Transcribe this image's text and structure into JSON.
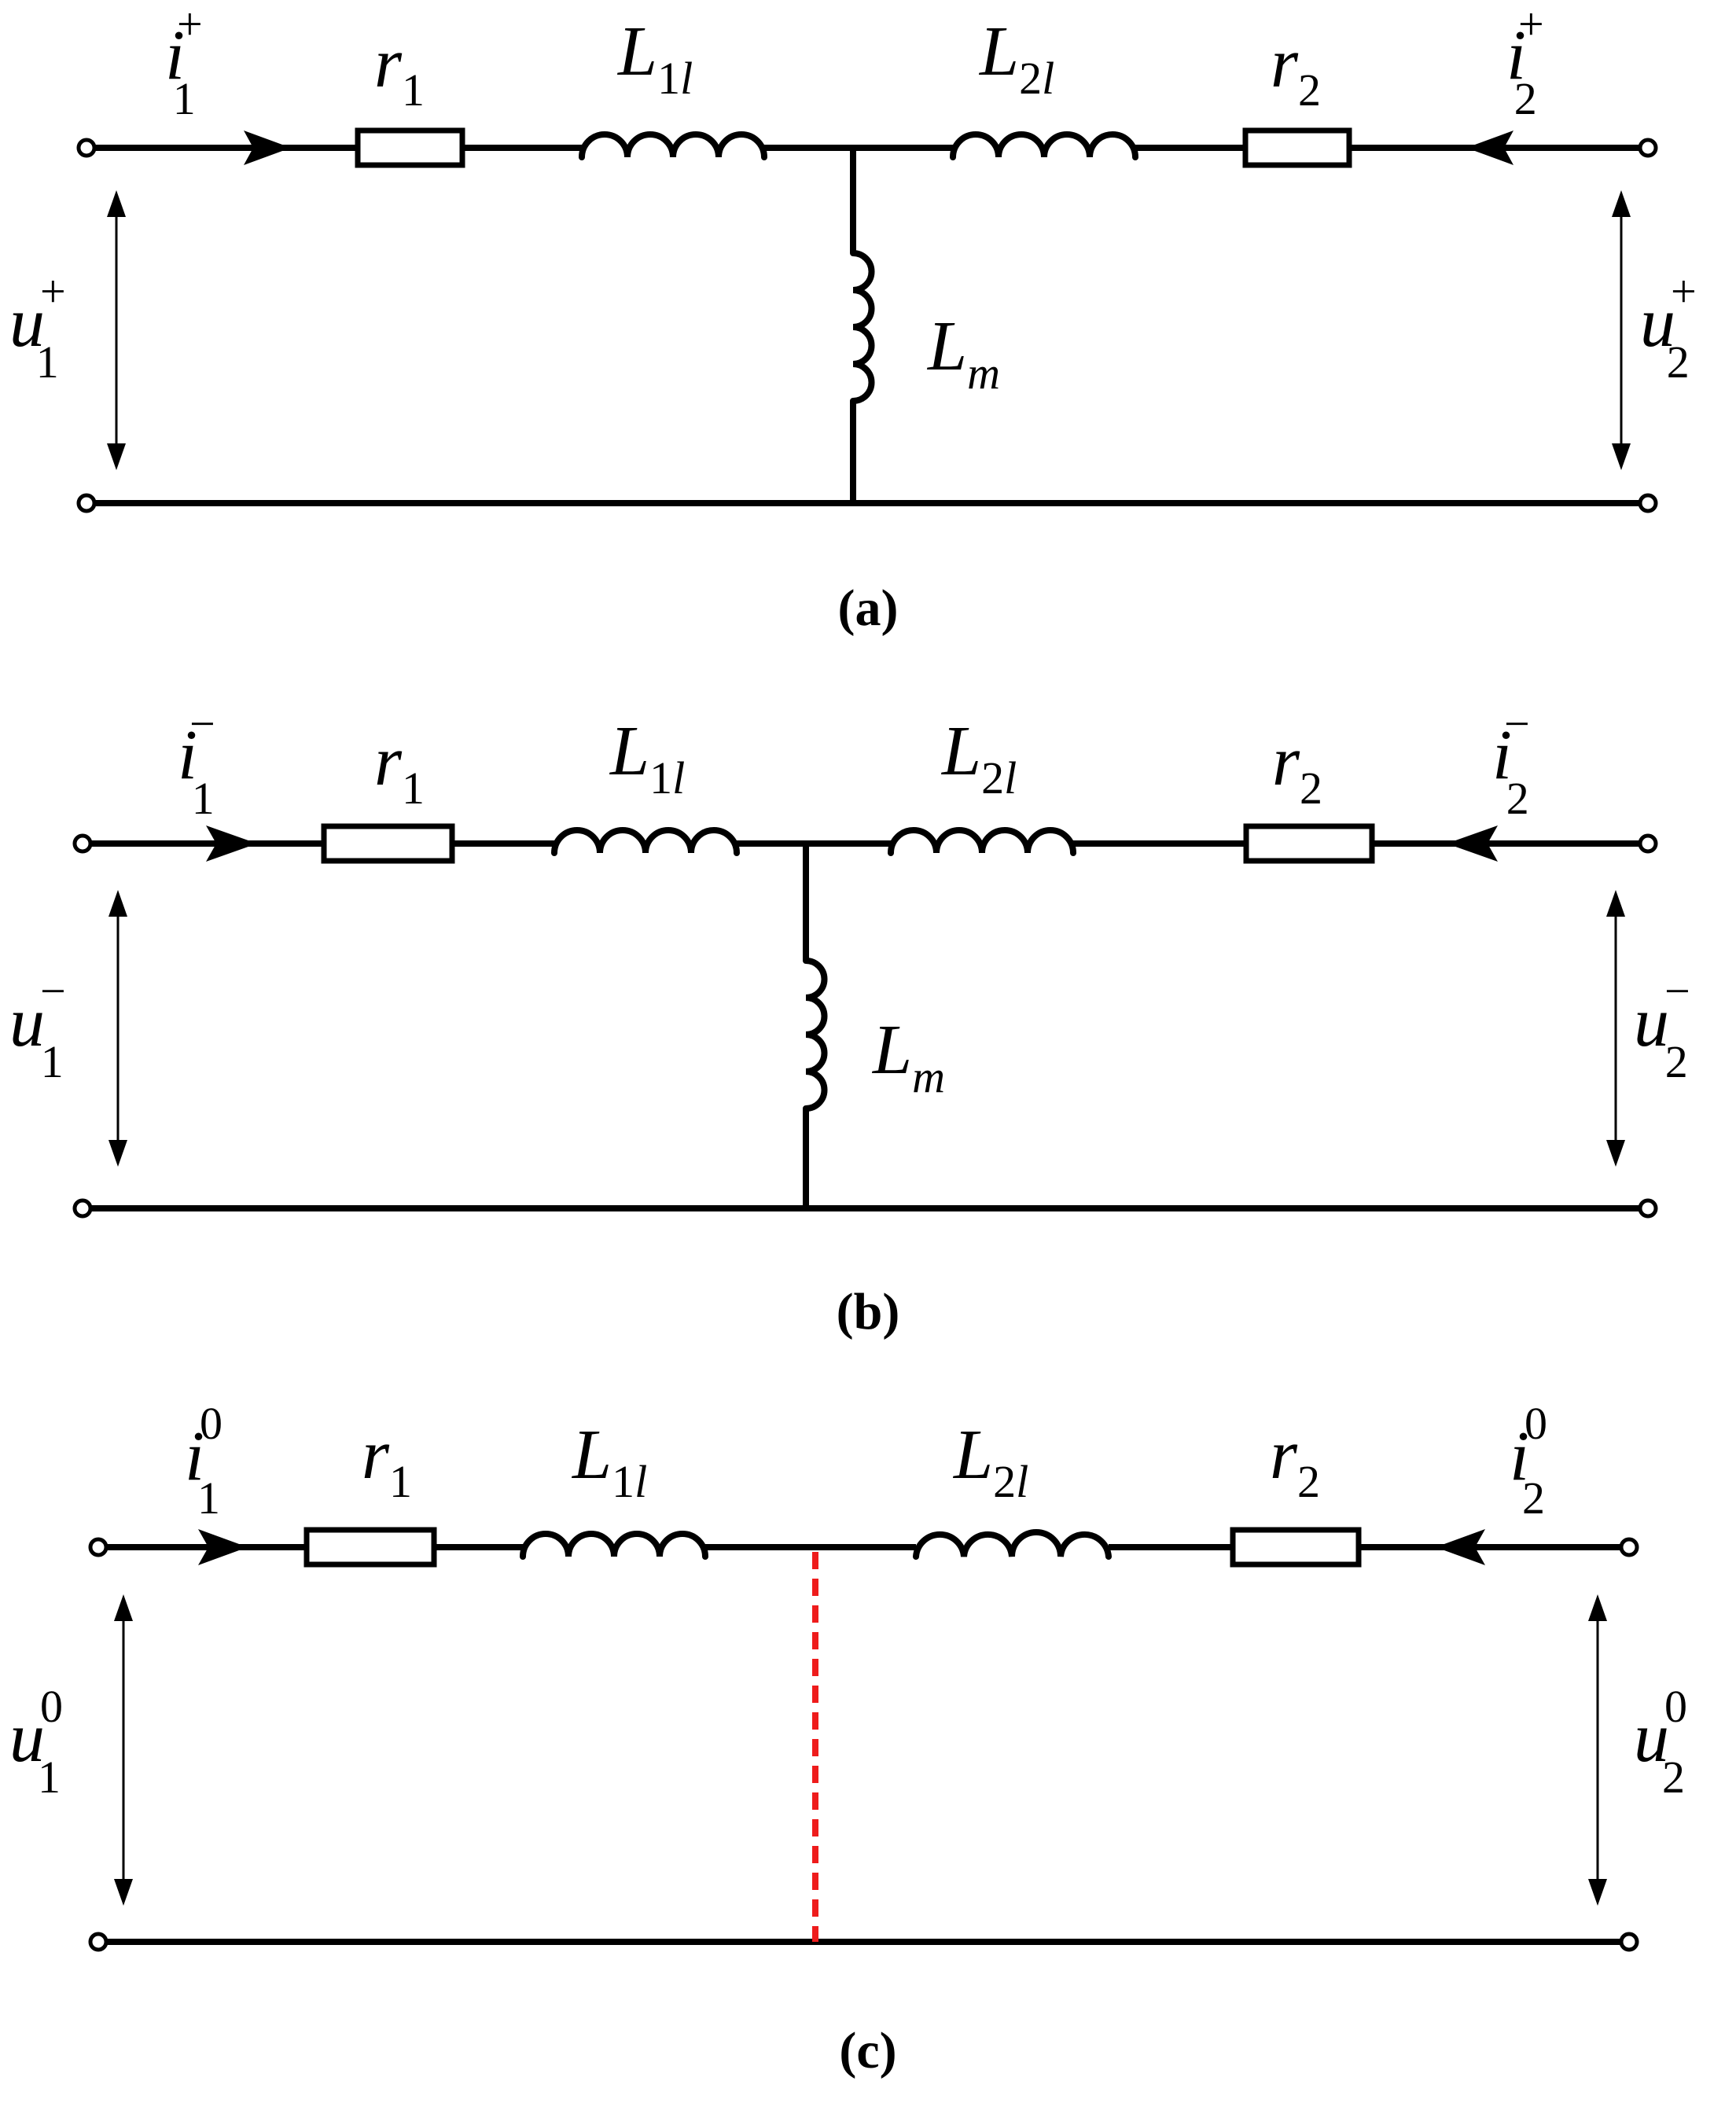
{
  "panels": [
    {
      "caption": "(a)",
      "i1": {
        "base": "i",
        "sub": "1",
        "sup": "+"
      },
      "i2": {
        "base": "i",
        "sub": "2",
        "sup": "+"
      },
      "u1": {
        "base": "u",
        "sub": "1",
        "sup": "+"
      },
      "u2": {
        "base": "u",
        "sub": "2",
        "sup": "+"
      },
      "r1": {
        "base": "r",
        "sub": "1"
      },
      "r2": {
        "base": "r",
        "sub": "2"
      },
      "L1l": {
        "base": "L",
        "sub": "1",
        "sub2": "l"
      },
      "L2l": {
        "base": "L",
        "sub": "2",
        "sub2": "l"
      },
      "Lm": {
        "base": "L",
        "sub": "m"
      },
      "magnetizing": "inductor"
    },
    {
      "caption": "(b)",
      "i1": {
        "base": "i",
        "sub": "1",
        "sup": "−"
      },
      "i2": {
        "base": "i",
        "sub": "2",
        "sup": "−"
      },
      "u1": {
        "base": "u",
        "sub": "1",
        "sup": "−"
      },
      "u2": {
        "base": "u",
        "sub": "2",
        "sup": "−"
      },
      "r1": {
        "base": "r",
        "sub": "1"
      },
      "r2": {
        "base": "r",
        "sub": "2"
      },
      "L1l": {
        "base": "L",
        "sub": "1",
        "sub2": "l"
      },
      "L2l": {
        "base": "L",
        "sub": "2",
        "sub2": "l"
      },
      "Lm": {
        "base": "L",
        "sub": "m"
      },
      "magnetizing": "inductor"
    },
    {
      "caption": "(c)",
      "i1": {
        "base": "i",
        "sub": "1",
        "sup": "0"
      },
      "i2": {
        "base": "i",
        "sub": "2",
        "sup": "0"
      },
      "u1": {
        "base": "u",
        "sub": "1",
        "sup": "0"
      },
      "u2": {
        "base": "u",
        "sub": "2",
        "sup": "0"
      },
      "r1": {
        "base": "r",
        "sub": "1"
      },
      "r2": {
        "base": "r",
        "sub": "2"
      },
      "L1l": {
        "base": "L",
        "sub": "1",
        "sub2": "l"
      },
      "L2l": {
        "base": "L",
        "sub": "2",
        "sub2": "l"
      },
      "magnetizing": "open (dashed)"
    }
  ],
  "colors": {
    "wire": "#000000",
    "open_branch": "#ee1c1c"
  }
}
